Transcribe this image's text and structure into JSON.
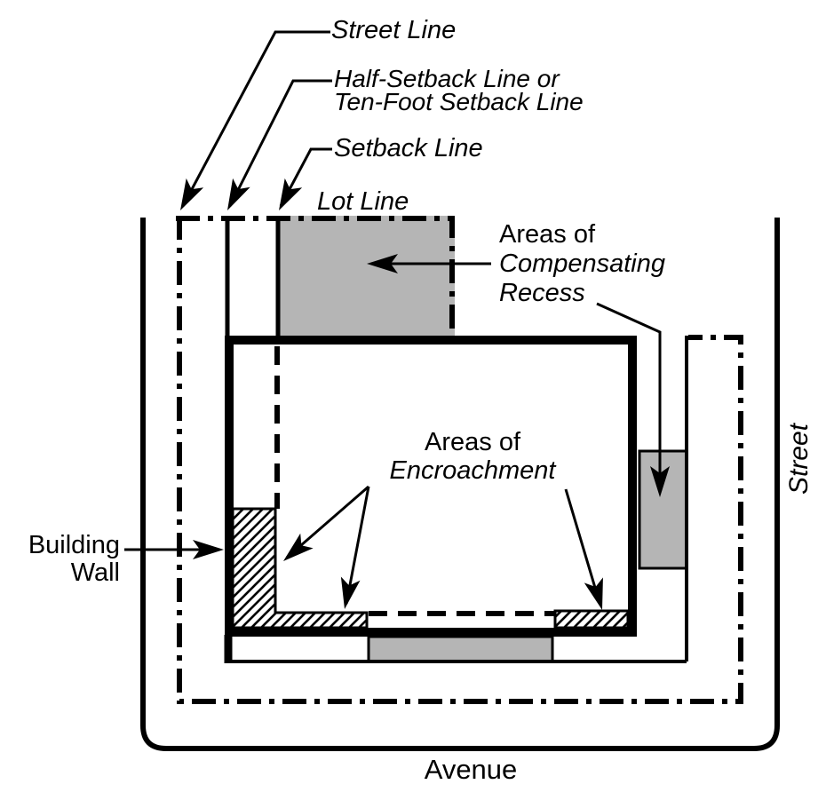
{
  "diagram_title": "Areas of encroachment and compensating recess zoning diagram",
  "labels": {
    "street_line": "Street Line",
    "half_setback_line_1": "Half-Setback Line or",
    "half_setback_line_2": "Ten-Foot Setback Line",
    "setback_line": "Setback Line",
    "lot_line": "Lot Line",
    "recess_line_1": "Areas of",
    "recess_line_2": "Compensating",
    "recess_line_3": "Recess",
    "encroachment_line_1": "Areas of",
    "encroachment_line_2": "Encroachment",
    "building_wall_1": "Building",
    "building_wall_2": "Wall",
    "street_right": "Street",
    "avenue_bottom": "Avenue"
  },
  "colors": {
    "line": "#000000",
    "recess_fill": "#b5b5b5",
    "background": "#ffffff"
  },
  "line_styles": {
    "street_and_lot_line": "dash-dot",
    "setback_line_inside_building": "dashed",
    "building_wall": "thick solid",
    "encroachment_fill": "diagonal-hatch"
  }
}
